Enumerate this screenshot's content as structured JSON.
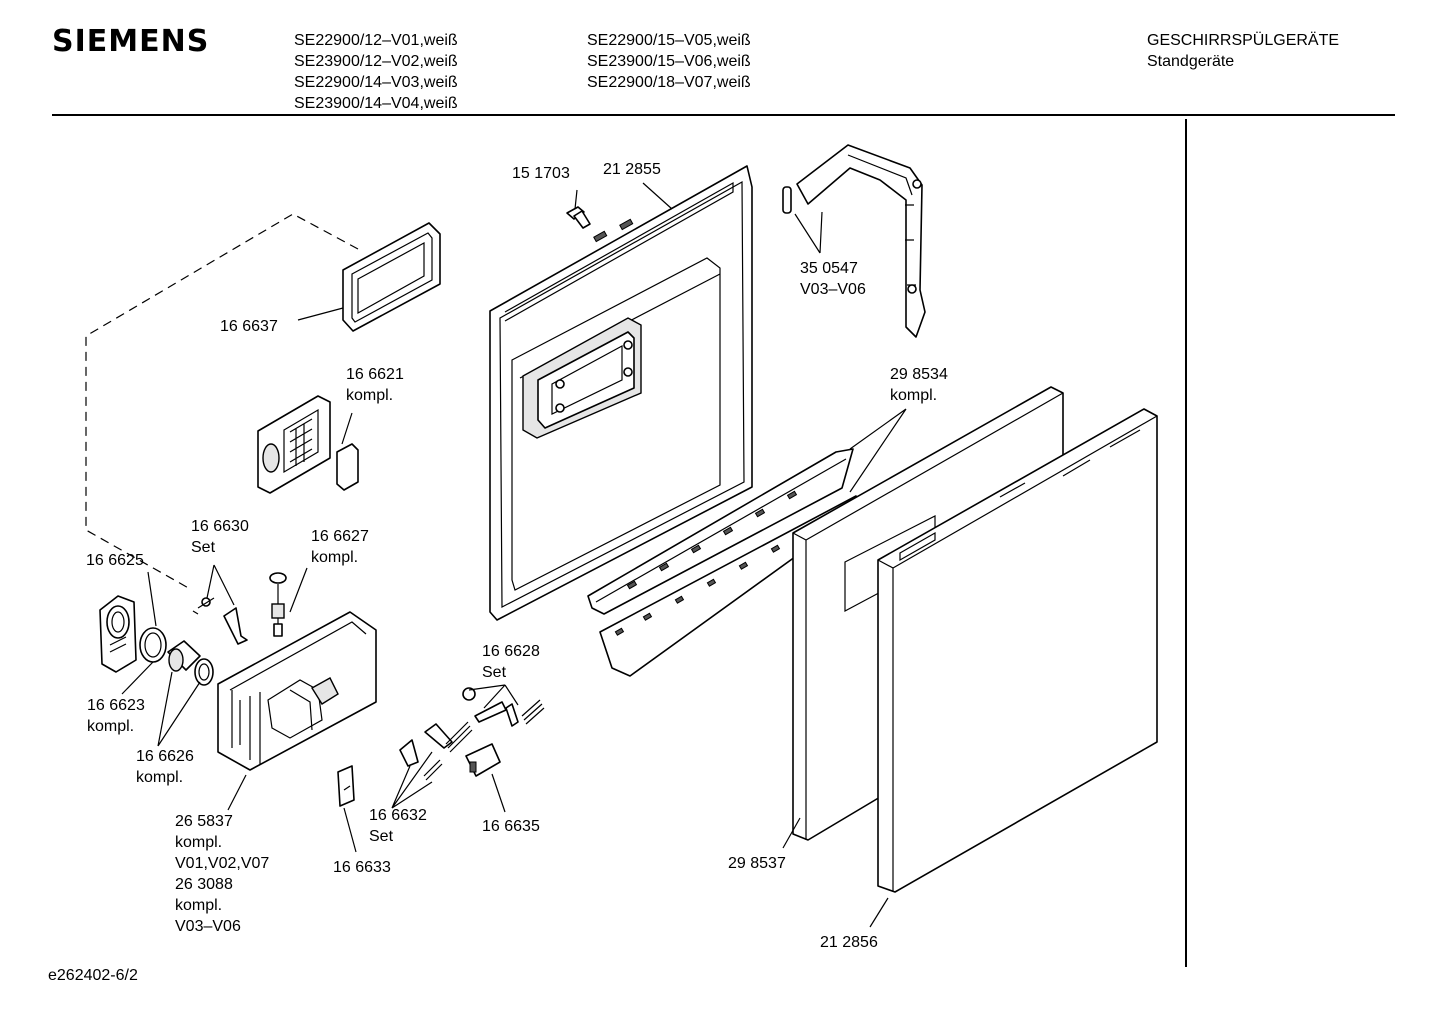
{
  "header": {
    "brand": "SIEMENS",
    "models_col1": [
      "SE22900/12–V01,weiß",
      "SE23900/12–V02,weiß",
      "SE22900/14–V03,weiß",
      "SE23900/14–V04,weiß"
    ],
    "models_col2": [
      "SE22900/15–V05,weiß",
      "SE23900/15–V06,weiß",
      "SE22900/18–V07,weiß"
    ],
    "category": "GESCHIRRSPÜLGERÄTE",
    "subcategory": "Standgeräte"
  },
  "callouts": {
    "c151703": [
      "15 1703"
    ],
    "c212855": [
      "21 2855"
    ],
    "c350547": [
      "35 0547",
      "V03–V06"
    ],
    "c166637": [
      "16 6637"
    ],
    "c166621": [
      "16 6621",
      "kompl."
    ],
    "c298534": [
      "29 8534",
      "kompl."
    ],
    "c166630": [
      "16 6630",
      "Set"
    ],
    "c166627": [
      "16 6627",
      "kompl."
    ],
    "c166625": [
      "16 6625"
    ],
    "c166628": [
      "16 6628",
      "Set"
    ],
    "c166623": [
      "16 6623",
      "kompl."
    ],
    "c166626": [
      "16 6626",
      "kompl."
    ],
    "c265837": [
      "26 5837",
      "kompl.",
      "V01,V02,V07",
      "26 3088",
      "kompl.",
      "V03–V06"
    ],
    "c166632": [
      "16 6632",
      "Set"
    ],
    "c166635": [
      "16 6635"
    ],
    "c166633": [
      "16 6633"
    ],
    "c298537": [
      "29 8537"
    ],
    "c212856": [
      "21 2856"
    ]
  },
  "footer": {
    "code": "e262402-6/2"
  }
}
